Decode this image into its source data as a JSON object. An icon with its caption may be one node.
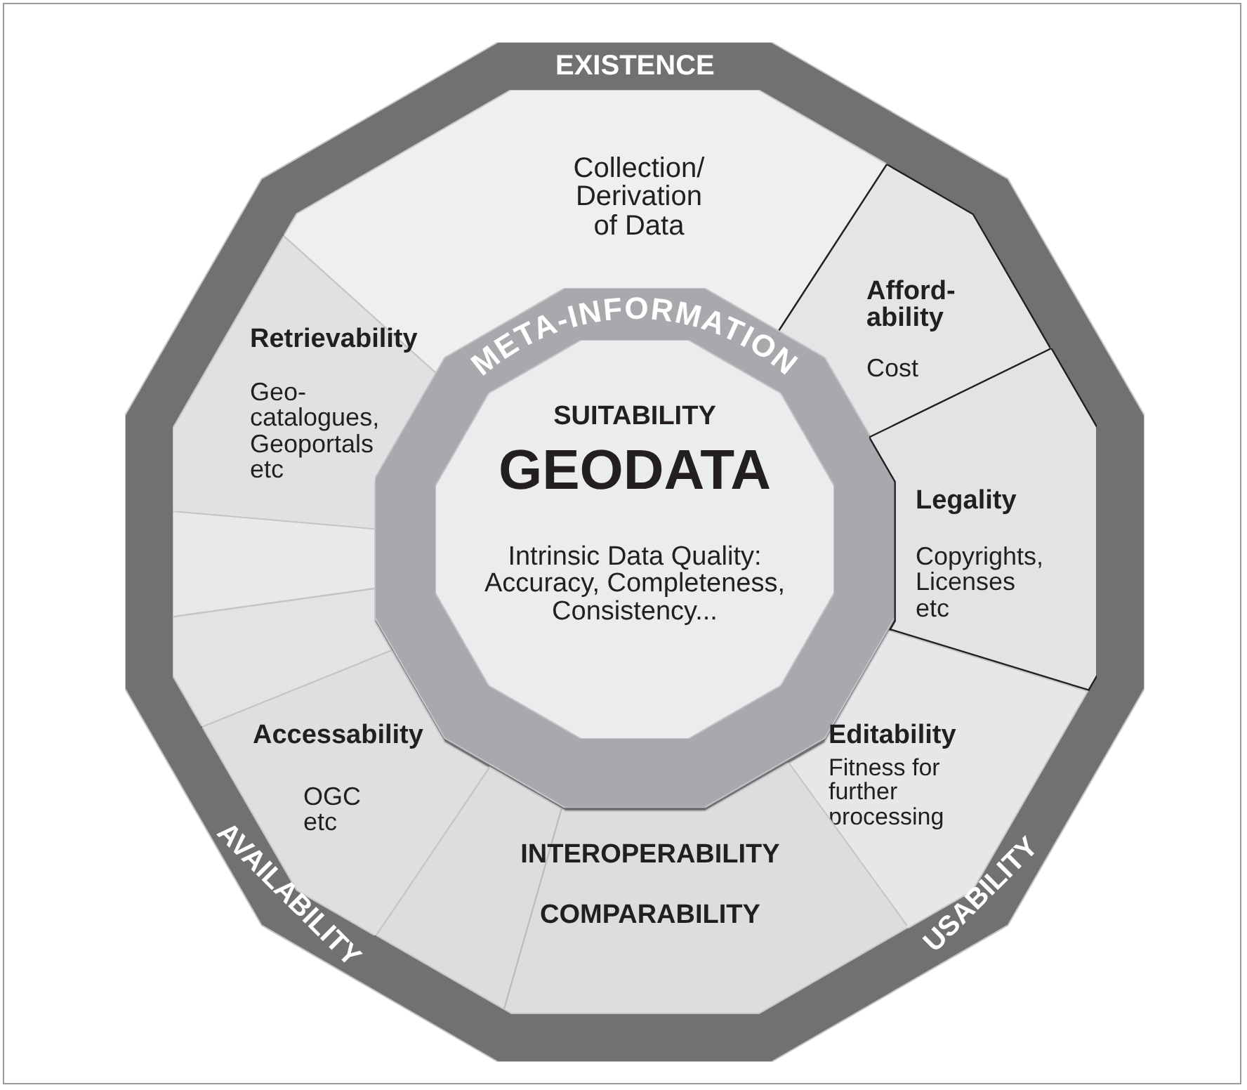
{
  "diagram": {
    "nodes": [
      {
        "text": [
          "EXISTENCE",
          "AVAILABILITY",
          "USABILITY"
        ]
      },
      {
        "text": [
          "Collection/ Derivation of Data"
        ],
        "in": 0
      },
      {
        "text": [
          "Afford- ability",
          "Cost"
        ],
        "in": 0
      },
      {
        "text": [
          "Retrievability",
          "Geo- catalogues, Geoportals etc"
        ],
        "in": 0
      },
      {
        "text": [
          "META-INFORMATION"
        ],
        "in": 0
      },
      {
        "text": [
          "SUITABILITY",
          "GEODATA",
          "Intrinsic Data Quality: Accuracy, Completeness, Consistency..."
        ],
        "in": 4
      },
      {
        "text": [
          "Legality",
          "Copyrights, Licenses etc"
        ],
        "in": 0
      },
      {
        "text": [],
        "shape": "wedge",
        "in": 0
      },
      {
        "text": [],
        "shape": "wedge",
        "in": 0
      },
      {
        "text": [
          "Editability",
          "Fitness for further processing"
        ],
        "in": 0
      },
      {
        "text": [
          "Accessability",
          "OGC etc"
        ],
        "in": 0
      },
      {
        "text": [
          "INTEROPERABILITY",
          "COMPARABILITY"
        ],
        "in": 0
      }
    ],
    "edges": []
  }
}
